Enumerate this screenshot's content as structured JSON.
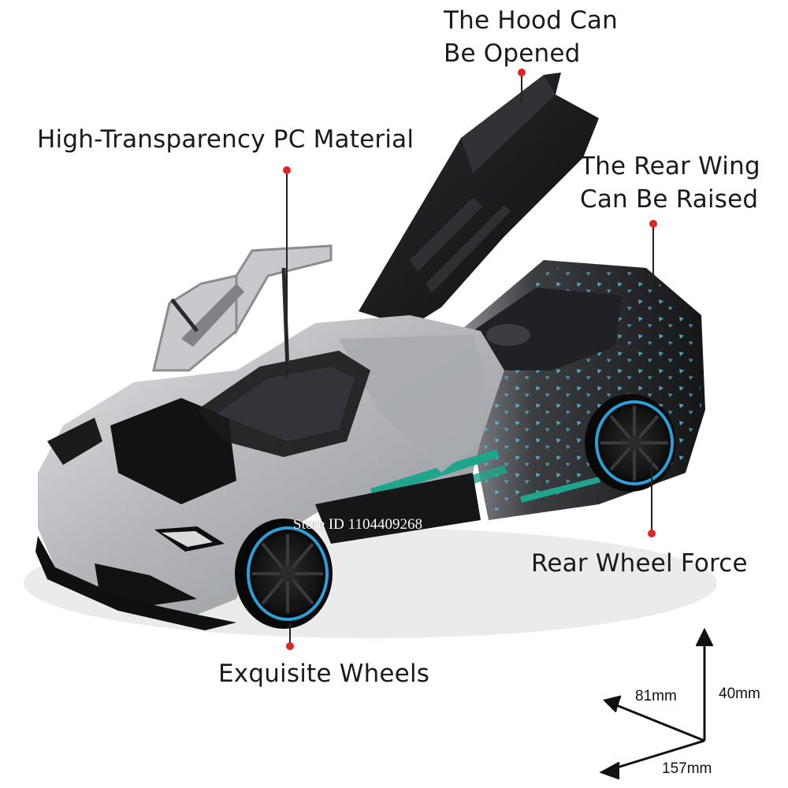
{
  "callouts": {
    "hood": [
      "The Hood Can",
      "Be Opened"
    ],
    "material": "High-Transparency PC Material",
    "wing": [
      "The Rear Wing",
      "Can Be Raised"
    ],
    "rear_wheel": "Rear Wheel Force",
    "wheels": "Exquisite Wheels"
  },
  "dimensions": {
    "height": "40mm",
    "width": "81mm",
    "length": "157mm"
  },
  "watermark": "Store ID 1104409268",
  "colors": {
    "dot": "#e02424",
    "body_silver": "#b9bbbd",
    "carbon": "#1c1c1e",
    "accent_teal": "#1fa58c",
    "wheel_blue": "#2a9fd8"
  }
}
